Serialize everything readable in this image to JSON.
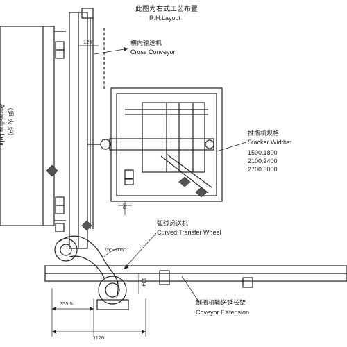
{
  "title": {
    "zh": "此图为右式工艺布置",
    "en": "R.H.Layout"
  },
  "labels": {
    "cross_conveyor": {
      "zh": "横向输送机",
      "en": "Cross Conveyor"
    },
    "stacker": {
      "zh": "推瓶机规格:",
      "en": "Stacker Widths:",
      "widths": [
        "1500.1800",
        "2100.2400",
        "2700.3000"
      ]
    },
    "curved_wheel": {
      "zh": "弧线递送机",
      "en": "Curved Transfer Wheel"
    },
    "extension": {
      "zh": "制瓶机输送延长架",
      "en": "Coveyor EXtension"
    },
    "lehr": {
      "zh": "（退 火 炉）",
      "en": "Annealing Lehr"
    }
  },
  "dimensions": {
    "d125": "125",
    "d50": "50",
    "angle": "75°~105°",
    "d184": "184",
    "d355": "355.5",
    "d1126": "1126"
  }
}
